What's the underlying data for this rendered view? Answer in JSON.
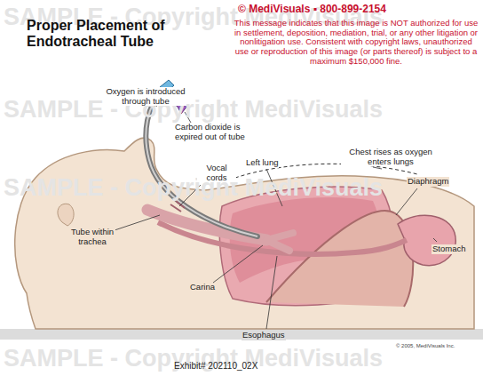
{
  "diagram": {
    "title": "Proper Placement of Endotracheal Tube",
    "caption": "Exhibit# 202110_02X",
    "labels": [
      "SAMPLE - Copyright MediVisuals",
      "SAMPLE - Copyright MediVisuals",
      "SAMPLE - Copyright MediVisuals",
      "SAMPLE - Copyright MediVisuals",
      "© MediVisuals ▪ 800-899-2154",
      "This message indicates that this image is NOT authorized for use in settlement, deposition, mediation, trial, or any other litigation or nonlitigation use. Consistent with copyright laws, unauthorized use or reproduction of this image (or parts thereof) is subject to a maximum $150,000 fine.",
      "Oxygen is introduced through tube",
      "Carbon dioxide is expired out of tube",
      "Vocal cords",
      "Tube within trachea",
      "Carina",
      "Esophagus",
      "Left lung",
      "Chest rises as oxygen enters lungs",
      "Diaphragm",
      "Stomach",
      "© 2005, MediVisuals Inc."
    ]
  }
}
